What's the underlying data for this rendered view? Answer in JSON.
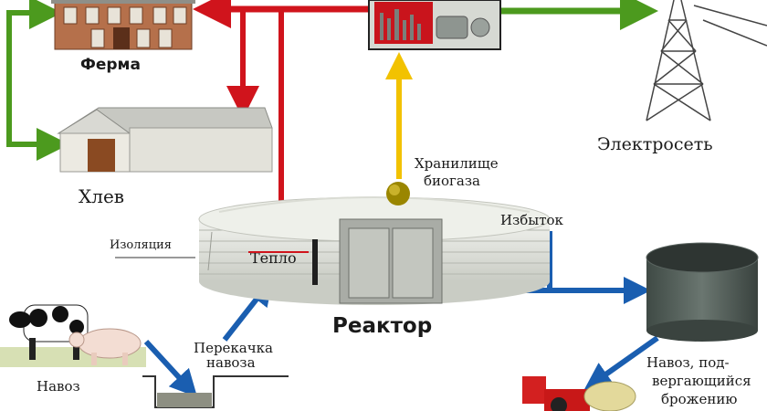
{
  "labels": {
    "farm": "Ферма",
    "barn": "Хлев",
    "grid": "Электросеть",
    "storage_line1": "Хранилище",
    "storage_line2": "биогаза",
    "surplus": "Избыток",
    "insulation": "Изоляция",
    "heat": "Тепло",
    "reactor": "Реактор",
    "pumping_line1": "Перекачка",
    "pumping_line2": "навоза",
    "manure": "Навоз",
    "fermented_line1": "Навоз, под-",
    "fermented_line2": "вергающийся",
    "fermented_line3": "брожению"
  },
  "colors": {
    "heat_arrow": "#d0141c",
    "power_arrow": "#4c9a1e",
    "gas_arrow": "#f2c200",
    "manure_arrow": "#1a5eb0"
  },
  "icons": {
    "farm": "farmhouse-icon",
    "barn": "barn-icon",
    "generator": "generator-icon",
    "pylon": "power-pylon-icon",
    "reactor": "reactor-tank-icon",
    "storage": "gas-storage-icon",
    "tank": "fermentation-tank-icon",
    "animals": "cow-pig-icon",
    "tractor": "tractor-icon"
  }
}
